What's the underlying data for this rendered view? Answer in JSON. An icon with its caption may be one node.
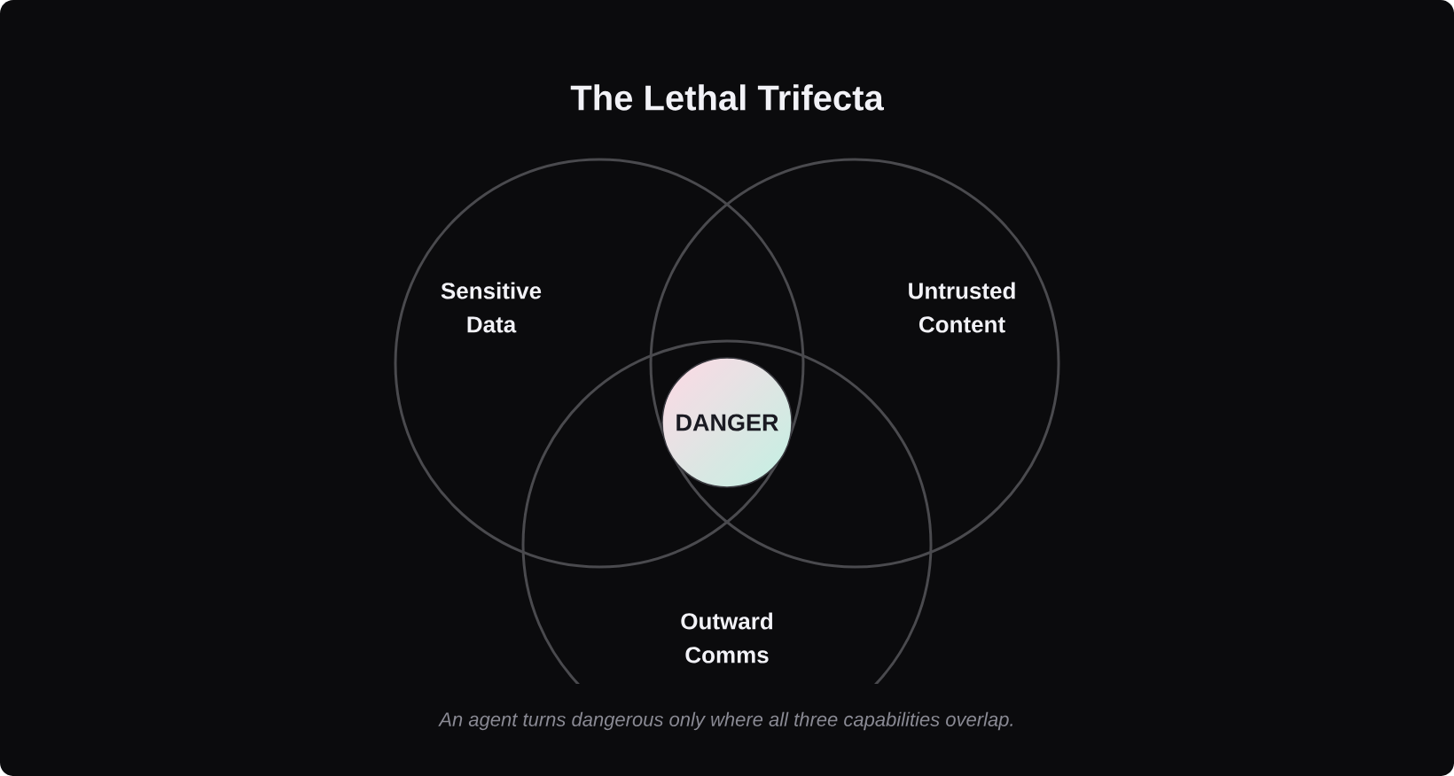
{
  "diagram": {
    "title": "The Lethal Trifecta",
    "caption": "An agent turns dangerous only where all three capabilities overlap.",
    "nodes": [
      {
        "text": [
          "Sensitive Data"
        ]
      },
      {
        "text": [
          "Untrusted Content"
        ]
      },
      {
        "text": [
          "Outward Comms"
        ]
      },
      {
        "text": [
          "DANGER"
        ]
      }
    ]
  }
}
